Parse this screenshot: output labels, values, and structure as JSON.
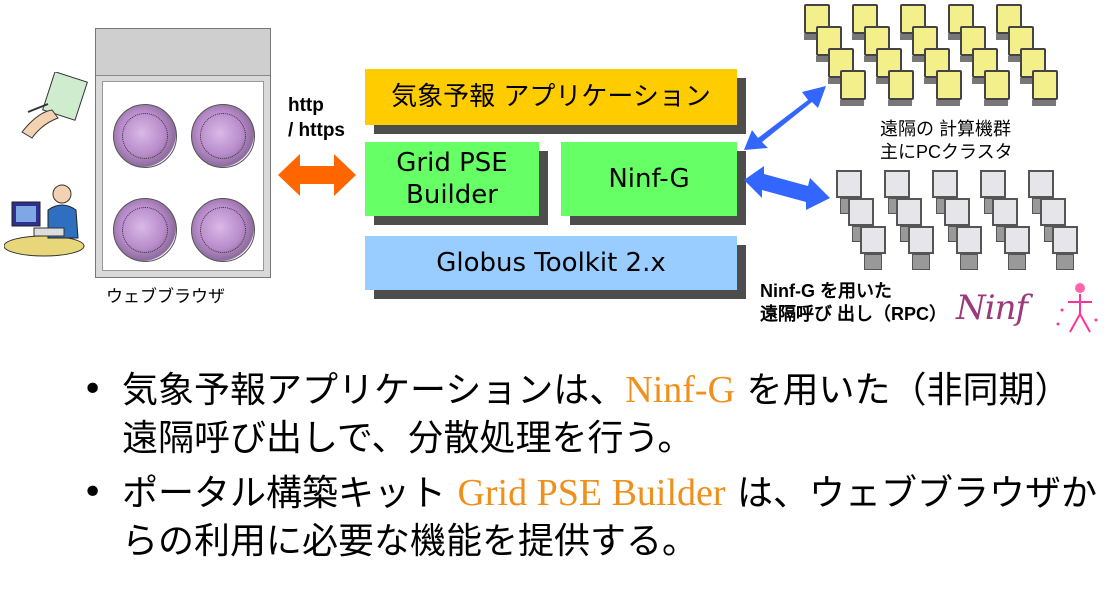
{
  "diagram": {
    "browser_caption": "ウェブブラウザ",
    "protocol_line1": "http",
    "protocol_line2": "/ https",
    "app_box": "気象予報 アプリケーション",
    "pse_line1": "Grid PSE",
    "pse_line2": "Builder",
    "ninfg_box": "Ninf-G",
    "globus_box": "Globus Toolkit 2.x",
    "cluster_line1": "遠隔の 計算機群",
    "cluster_line2": "主にPCクラスタ",
    "rpc_line1": "Ninf-G を用いた",
    "rpc_line2": "遠隔呼び 出し（RPC）",
    "logo_text": "Ninf"
  },
  "bullets": [
    {
      "before": "気象予報アプリケーションは、",
      "highlight": "Ninf-G",
      "after": " を用いた（非同期）遠隔呼び出しで、分散処理を行う。"
    },
    {
      "before": "ポータル構築キット ",
      "highlight": "Grid PSE Builder",
      "after": " は、ウェブブラウザからの利用に必要な機能を提供する。"
    }
  ],
  "colors": {
    "app_box": "#ffcc00",
    "green_box": "#66ff66",
    "globus_box": "#99ccff",
    "orange_arrow": "#ff6600",
    "blue_arrow": "#3366ff",
    "highlight_text": "#f0901c"
  }
}
